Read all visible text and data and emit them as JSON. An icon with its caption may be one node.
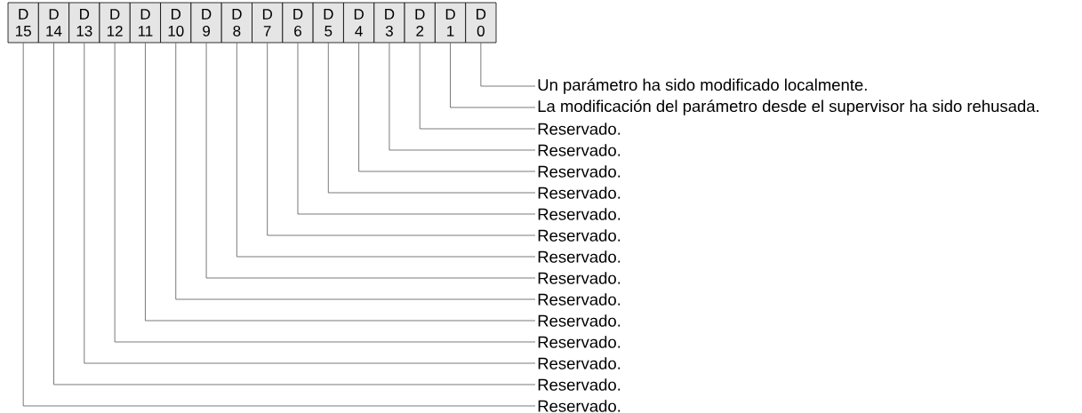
{
  "diagram": {
    "nodes": [
      {
        "text": [
          "D",
          "15"
        ]
      },
      {
        "text": [
          "D",
          "14"
        ]
      },
      {
        "text": [
          "D",
          "13"
        ]
      },
      {
        "text": [
          "D",
          "12"
        ]
      },
      {
        "text": [
          "D",
          "11"
        ]
      },
      {
        "text": [
          "D",
          "10"
        ]
      },
      {
        "text": [
          "D",
          "9"
        ]
      },
      {
        "text": [
          "D",
          "8"
        ]
      },
      {
        "text": [
          "D",
          "7"
        ]
      },
      {
        "text": [
          "D",
          "6"
        ]
      },
      {
        "text": [
          "D",
          "5"
        ]
      },
      {
        "text": [
          "D",
          "4"
        ]
      },
      {
        "text": [
          "D",
          "3"
        ]
      },
      {
        "text": [
          "D",
          "2"
        ]
      },
      {
        "text": [
          "D",
          "1"
        ]
      },
      {
        "text": [
          "D",
          "0"
        ]
      },
      {
        "text": [
          "Un parámetro ha sido modificado localmente."
        ]
      },
      {
        "text": [
          "La modificación del parámetro desde el supervisor ha sido rehusada."
        ]
      },
      {
        "text": [
          "Reservado."
        ]
      },
      {
        "text": [
          "Reservado."
        ]
      },
      {
        "text": [
          "Reservado."
        ]
      },
      {
        "text": [
          "Reservado."
        ]
      },
      {
        "text": [
          "Reservado."
        ]
      },
      {
        "text": [
          "Reservado."
        ]
      },
      {
        "text": [
          "Reservado."
        ]
      },
      {
        "text": [
          "Reservado."
        ]
      },
      {
        "text": [
          "Reservado."
        ]
      },
      {
        "text": [
          "Reservado."
        ]
      },
      {
        "text": [
          "Reservado."
        ]
      },
      {
        "text": [
          "Reservado."
        ]
      },
      {
        "text": [
          "Reservado."
        ]
      },
      {
        "text": [
          "Reservado."
        ]
      }
    ],
    "edges": [
      {
        "from": 15,
        "to": 16,
        "arrow": "none"
      },
      {
        "from": 14,
        "to": 17,
        "arrow": "none"
      },
      {
        "from": 13,
        "to": 18,
        "arrow": "none"
      },
      {
        "from": 12,
        "to": 19,
        "arrow": "none"
      },
      {
        "from": 11,
        "to": 20,
        "arrow": "none"
      },
      {
        "from": 10,
        "to": 21,
        "arrow": "none"
      },
      {
        "from": 9,
        "to": 22,
        "arrow": "none"
      },
      {
        "from": 8,
        "to": 23,
        "arrow": "none"
      },
      {
        "from": 7,
        "to": 24,
        "arrow": "none"
      },
      {
        "from": 6,
        "to": 25,
        "arrow": "none"
      },
      {
        "from": 5,
        "to": 26,
        "arrow": "none"
      },
      {
        "from": 4,
        "to": 27,
        "arrow": "none"
      },
      {
        "from": 3,
        "to": 28,
        "arrow": "none"
      },
      {
        "from": 2,
        "to": 29,
        "arrow": "none"
      },
      {
        "from": 1,
        "to": 30,
        "arrow": "none"
      },
      {
        "from": 0,
        "to": 31,
        "arrow": "none"
      }
    ]
  }
}
